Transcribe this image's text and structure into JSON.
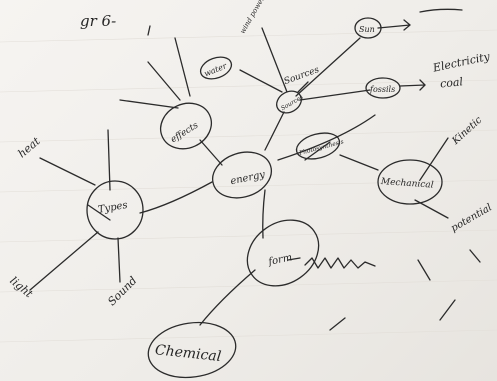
{
  "page": {
    "corner_note": "gr 6-"
  },
  "nodes": {
    "energy": "energy",
    "types": "Types",
    "effects": "effects",
    "sources": "Sources",
    "form": "form",
    "chemical": "Chemical",
    "mechanical": "Mechanical",
    "sun": "Sun",
    "fossils": "fossils",
    "water": "water",
    "photosynthesis": "Photosynthesis"
  },
  "leaves": {
    "heat": "heat",
    "light": "light",
    "sound": "Sound",
    "sources_label": "Sources",
    "wind_power": "wind power",
    "electricity": "Electricity",
    "coal": "coal",
    "kinetic": "Kinetic",
    "potential": "potential"
  },
  "colors": {
    "ink": "#2b2b2b",
    "paper": "#f3f1ee"
  }
}
